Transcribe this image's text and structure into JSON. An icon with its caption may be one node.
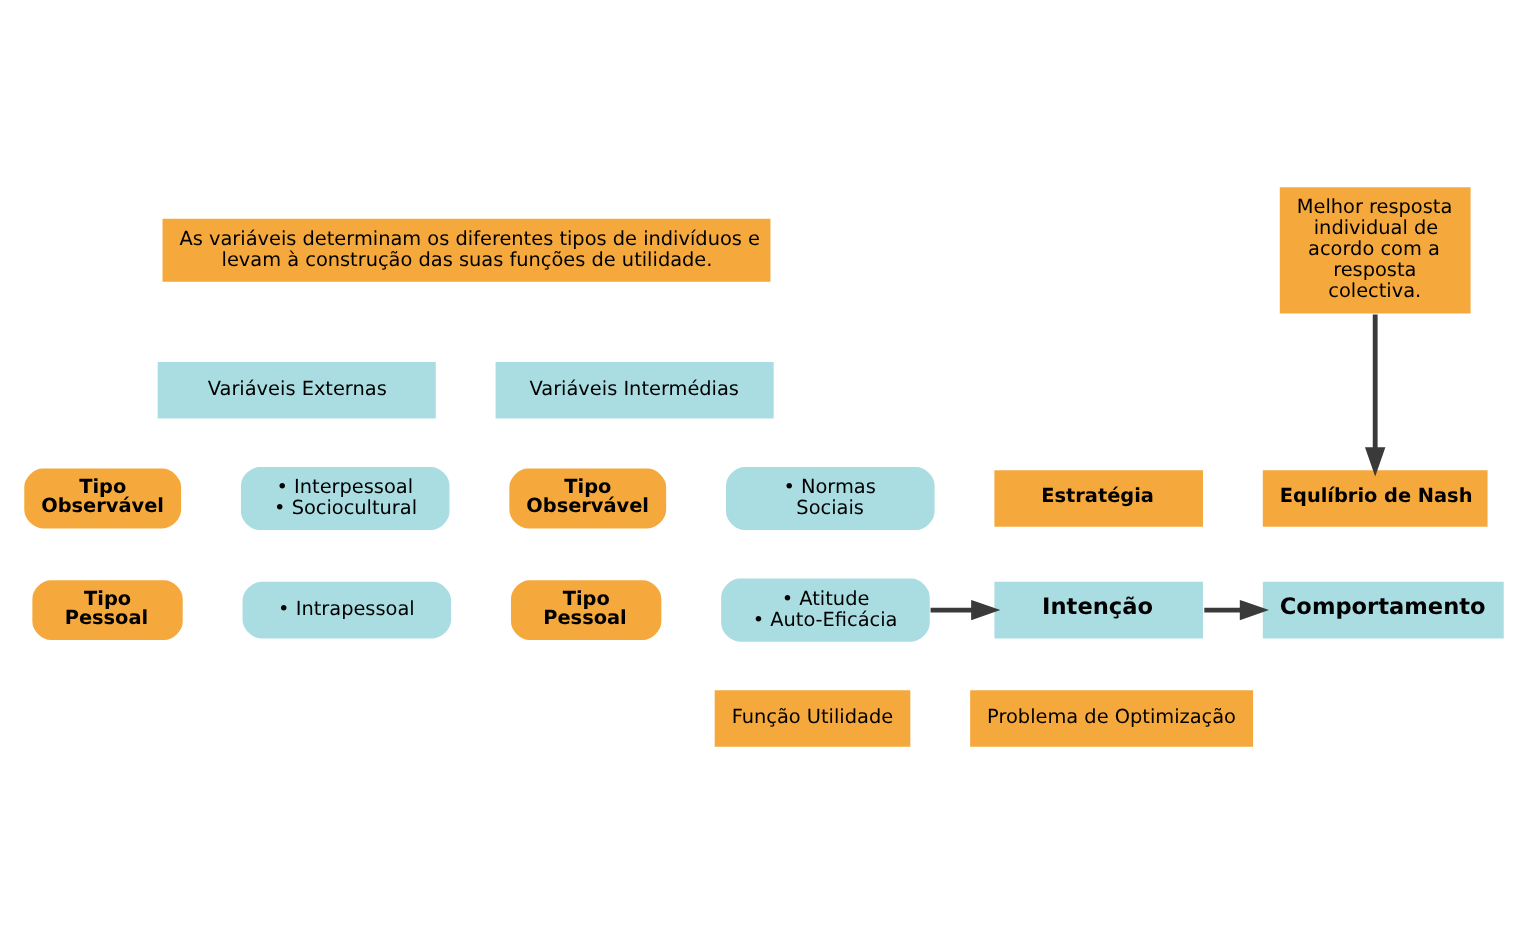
{
  "diagram": {
    "nodes": [
      {
        "text": [
          "As variáveis determinam os diferentes tipos de indivíduos e levam à construção das suas funções de utilidade."
        ]
      },
      {
        "text": [
          "Variáveis Externas"
        ]
      },
      {
        "text": [
          "Variáveis Intermédias"
        ]
      },
      {
        "text": [
          "Melhor resposta individual de acordo com a resposta colectiva."
        ]
      },
      {
        "text": [
          "Tipo Observável"
        ]
      },
      {
        "text": [
          "• Interpessoal",
          "• Sociocultural"
        ]
      },
      {
        "text": [
          "Tipo Observável"
        ]
      },
      {
        "text": [
          "• Normas Sociais"
        ]
      },
      {
        "text": [
          "Tipo Pessoal"
        ]
      },
      {
        "text": [
          "• Intrapessoal"
        ]
      },
      {
        "text": [
          "Tipo Pessoal"
        ]
      },
      {
        "text": [
          "• Atitude",
          "• Auto-Eficácia"
        ]
      },
      {
        "text": [
          "Estratégia"
        ]
      },
      {
        "text": [
          "Equlíbrio de Nash"
        ]
      },
      {
        "text": [
          "Intenção"
        ]
      },
      {
        "text": [
          "Comportamento"
        ]
      },
      {
        "text": [
          "Função Utilidade"
        ]
      },
      {
        "text": [
          "Problema de Optimização"
        ]
      }
    ],
    "edges": [
      {
        "from": 3,
        "to": 13,
        "arrow": "to"
      },
      {
        "from": 11,
        "to": 14,
        "arrow": "to"
      },
      {
        "from": 14,
        "to": 15,
        "arrow": "to"
      }
    ]
  }
}
